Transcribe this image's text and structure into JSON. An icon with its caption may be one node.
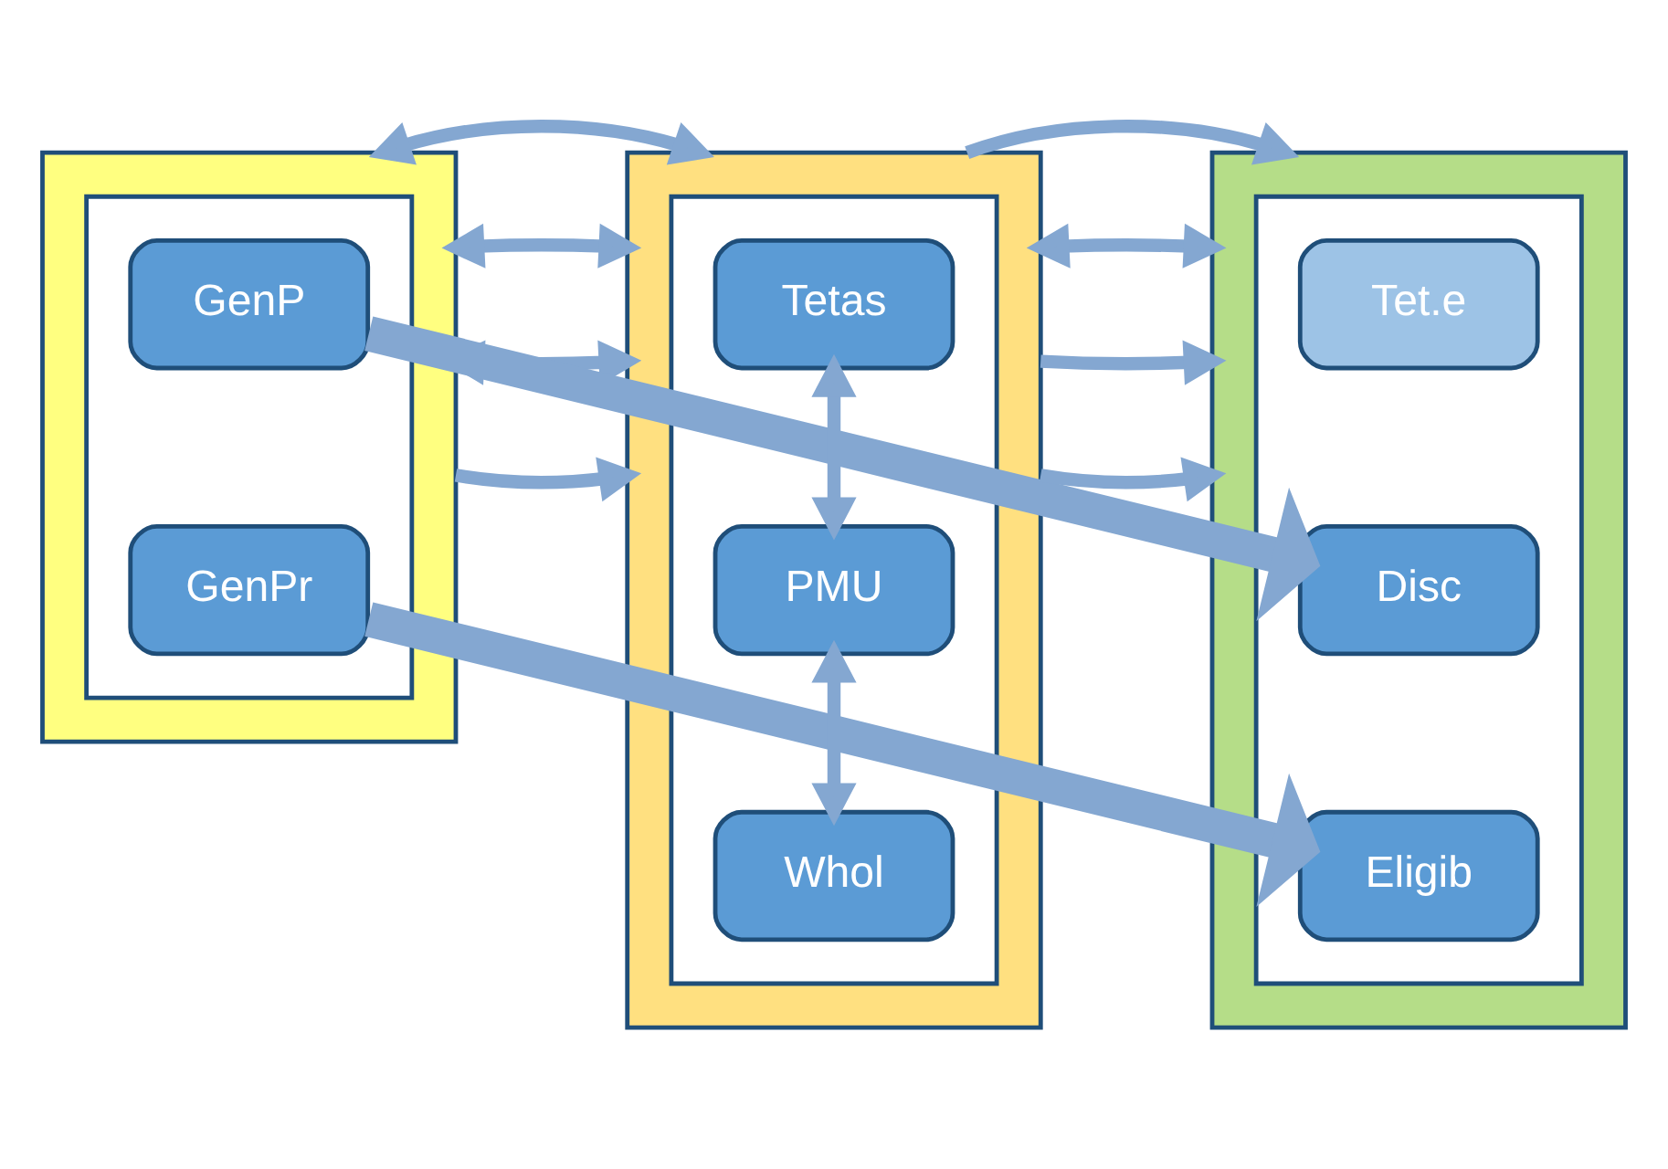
{
  "diagram": {
    "nodes": [
      {
        "text": [],
        "shape": "box"
      },
      {
        "text": [],
        "shape": "box",
        "in": 0
      },
      {
        "text": [
          "GenP"
        ],
        "in": 1
      },
      {
        "text": [
          "GenPr"
        ],
        "in": 1
      },
      {
        "text": [],
        "shape": "box"
      },
      {
        "text": [],
        "shape": "box",
        "in": 4
      },
      {
        "text": [
          "Tetas"
        ],
        "in": 5
      },
      {
        "text": [
          "PMU"
        ],
        "in": 5
      },
      {
        "text": [
          "Whol"
        ],
        "in": 5
      },
      {
        "text": [],
        "shape": "box"
      },
      {
        "text": [],
        "shape": "box",
        "in": 9
      },
      {
        "text": [
          "Tet.e"
        ],
        "in": 10
      },
      {
        "text": [
          "Disc"
        ],
        "in": 10
      },
      {
        "text": [
          "Eligib"
        ],
        "in": 10
      }
    ],
    "edges": [
      {
        "from": 0,
        "to": 4,
        "arrow": "to"
      },
      {
        "from": 2,
        "to": 12,
        "arrow": "to",
        "style": "thick"
      },
      {
        "from": 0,
        "to": 4,
        "arrow": "both"
      },
      {
        "from": 0,
        "to": 4,
        "arrow": "both"
      },
      {
        "from": 3,
        "to": 13,
        "arrow": "to",
        "style": "thick"
      },
      {
        "from": 0,
        "to": 4,
        "arrow": "both"
      },
      {
        "from": 6,
        "to": 7,
        "arrow": "both"
      },
      {
        "from": 7,
        "to": 8,
        "arrow": "both"
      },
      {
        "from": 4,
        "to": 9,
        "arrow": "to"
      },
      {
        "from": 4,
        "to": 9,
        "arrow": "to"
      },
      {
        "from": 4,
        "to": 9,
        "arrow": "both"
      },
      {
        "from": 4,
        "to": 9,
        "arrow": "to"
      }
    ]
  }
}
